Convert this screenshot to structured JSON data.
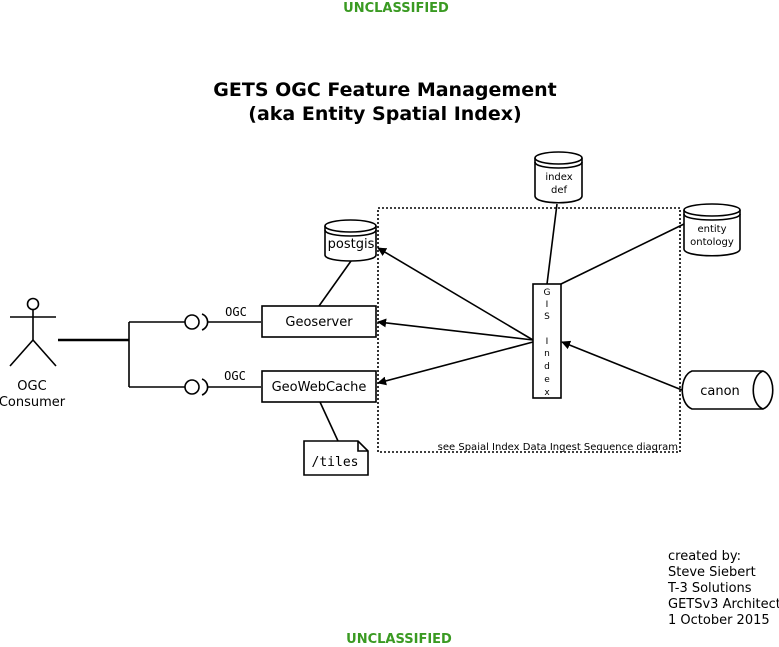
{
  "header": {
    "classification": "UNCLASSIFIED"
  },
  "footer": {
    "classification": "UNCLASSIFIED"
  },
  "colors": {
    "classification": "#3a9a22"
  },
  "title": {
    "line1": "GETS OGC Feature Management",
    "line2": "(aka Entity Spatial Index)"
  },
  "actor": {
    "line1": "OGC",
    "line2": "Consumer"
  },
  "interfaces": {
    "top": "OGC",
    "bottom": "OGC"
  },
  "components": {
    "geoserver": "Geoserver",
    "geowebcache": "GeoWebCache"
  },
  "stores": {
    "postgis": "postgis",
    "index_def": {
      "line1": "index",
      "line2": "def"
    },
    "entity_ontology": {
      "line1": "entity",
      "line2": "ontology"
    },
    "canon": "canon"
  },
  "tiles": "/tiles",
  "gis_index": {
    "letters": [
      "G",
      "I",
      "S",
      "I",
      "n",
      "d",
      "e",
      "x"
    ]
  },
  "boundary_note": "see Spaial Index Data Ingest Sequence diagram",
  "credits": {
    "line1": "created by:",
    "line2": "Steve Siebert",
    "line3": "T-3 Solutions",
    "line4": "GETSv3 Architect",
    "line5": "1 October 2015"
  }
}
